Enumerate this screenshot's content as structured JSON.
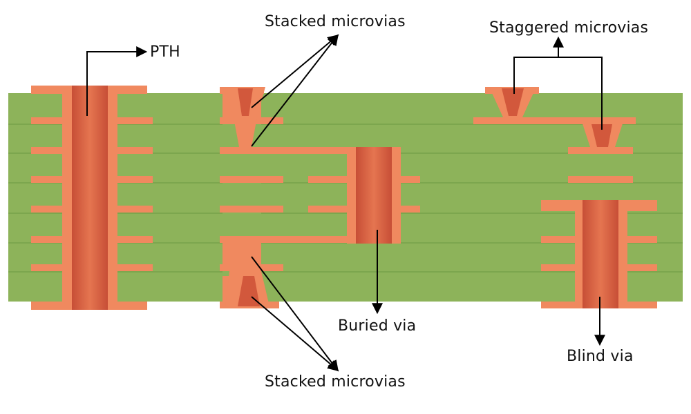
{
  "labels": {
    "pth": "PTH",
    "stacked_top": "Stacked microvias",
    "staggered": "Staggered microvias",
    "buried": "Buried via",
    "blind": "Blind via",
    "stacked_bottom": "Stacked microvias"
  },
  "colors": {
    "board": "#8DB35A",
    "layer_line": "#5E8A38",
    "copper": "#F0895F",
    "barrel": "#D2583C",
    "barrel_light": "#E06E4A",
    "arrow": "#000000"
  }
}
